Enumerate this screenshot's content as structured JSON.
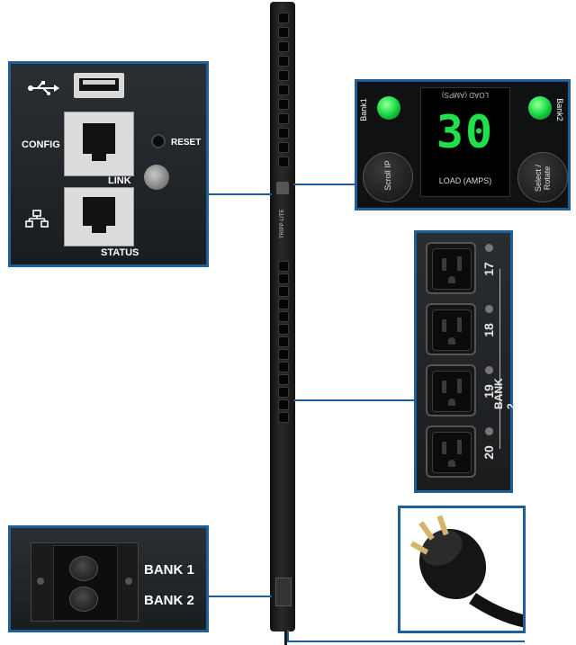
{
  "network_panel": {
    "usb_icon": "usb-icon",
    "network_icon": "network-icon",
    "config_label": "CONFIG",
    "reset_label": "RESET",
    "link_label": "LINK",
    "status_label": "STATUS"
  },
  "display_panel": {
    "bank1_label": "Bank1",
    "bank2_label": "Bank2",
    "load_value": "30",
    "load_label": "LOAD (AMPS)",
    "load_label_inverted": "LOAD (AMPS)",
    "scroll_ip_label": "Scroll IP",
    "select_rotate_label": "Select / Rotate",
    "led_color": "#1fe04a",
    "digit_color": "#1fe04a"
  },
  "outlet_panel": {
    "bank_label": "BANK 2",
    "outlets": [
      "17",
      "18",
      "19",
      "20"
    ]
  },
  "breaker_panel": {
    "bank1_label": "BANK 1",
    "bank2_label": "BANK 2"
  },
  "pdu": {
    "logo": "TRIPP·LITE"
  },
  "colors": {
    "accent": "#1f5e99",
    "panel_bg": "#1c1f22"
  }
}
